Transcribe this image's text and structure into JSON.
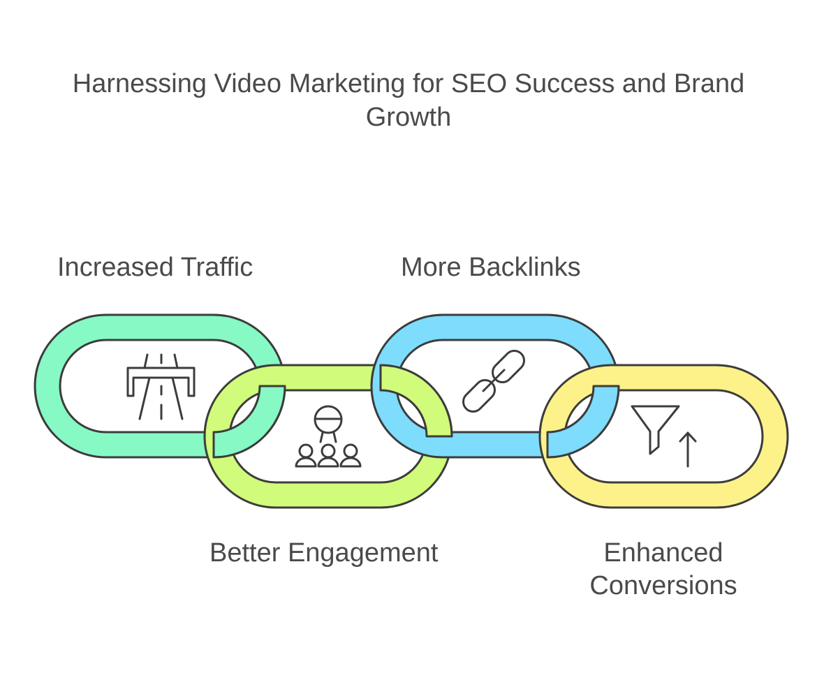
{
  "title": "Harnessing Video Marketing for SEO Success and Brand Growth",
  "links": [
    {
      "label": "Increased Traffic",
      "color": "#86f9c5",
      "icon": "highway-icon"
    },
    {
      "label": "Better Engagement",
      "color": "#d1fb7a",
      "icon": "audience-icon"
    },
    {
      "label": "More Backlinks",
      "color": "#7edcfc",
      "icon": "chain-link-icon"
    },
    {
      "label": "Enhanced Conversions",
      "color": "#fdf28a",
      "icon": "funnel-up-icon"
    }
  ],
  "outline_color": "#3c3c3c"
}
